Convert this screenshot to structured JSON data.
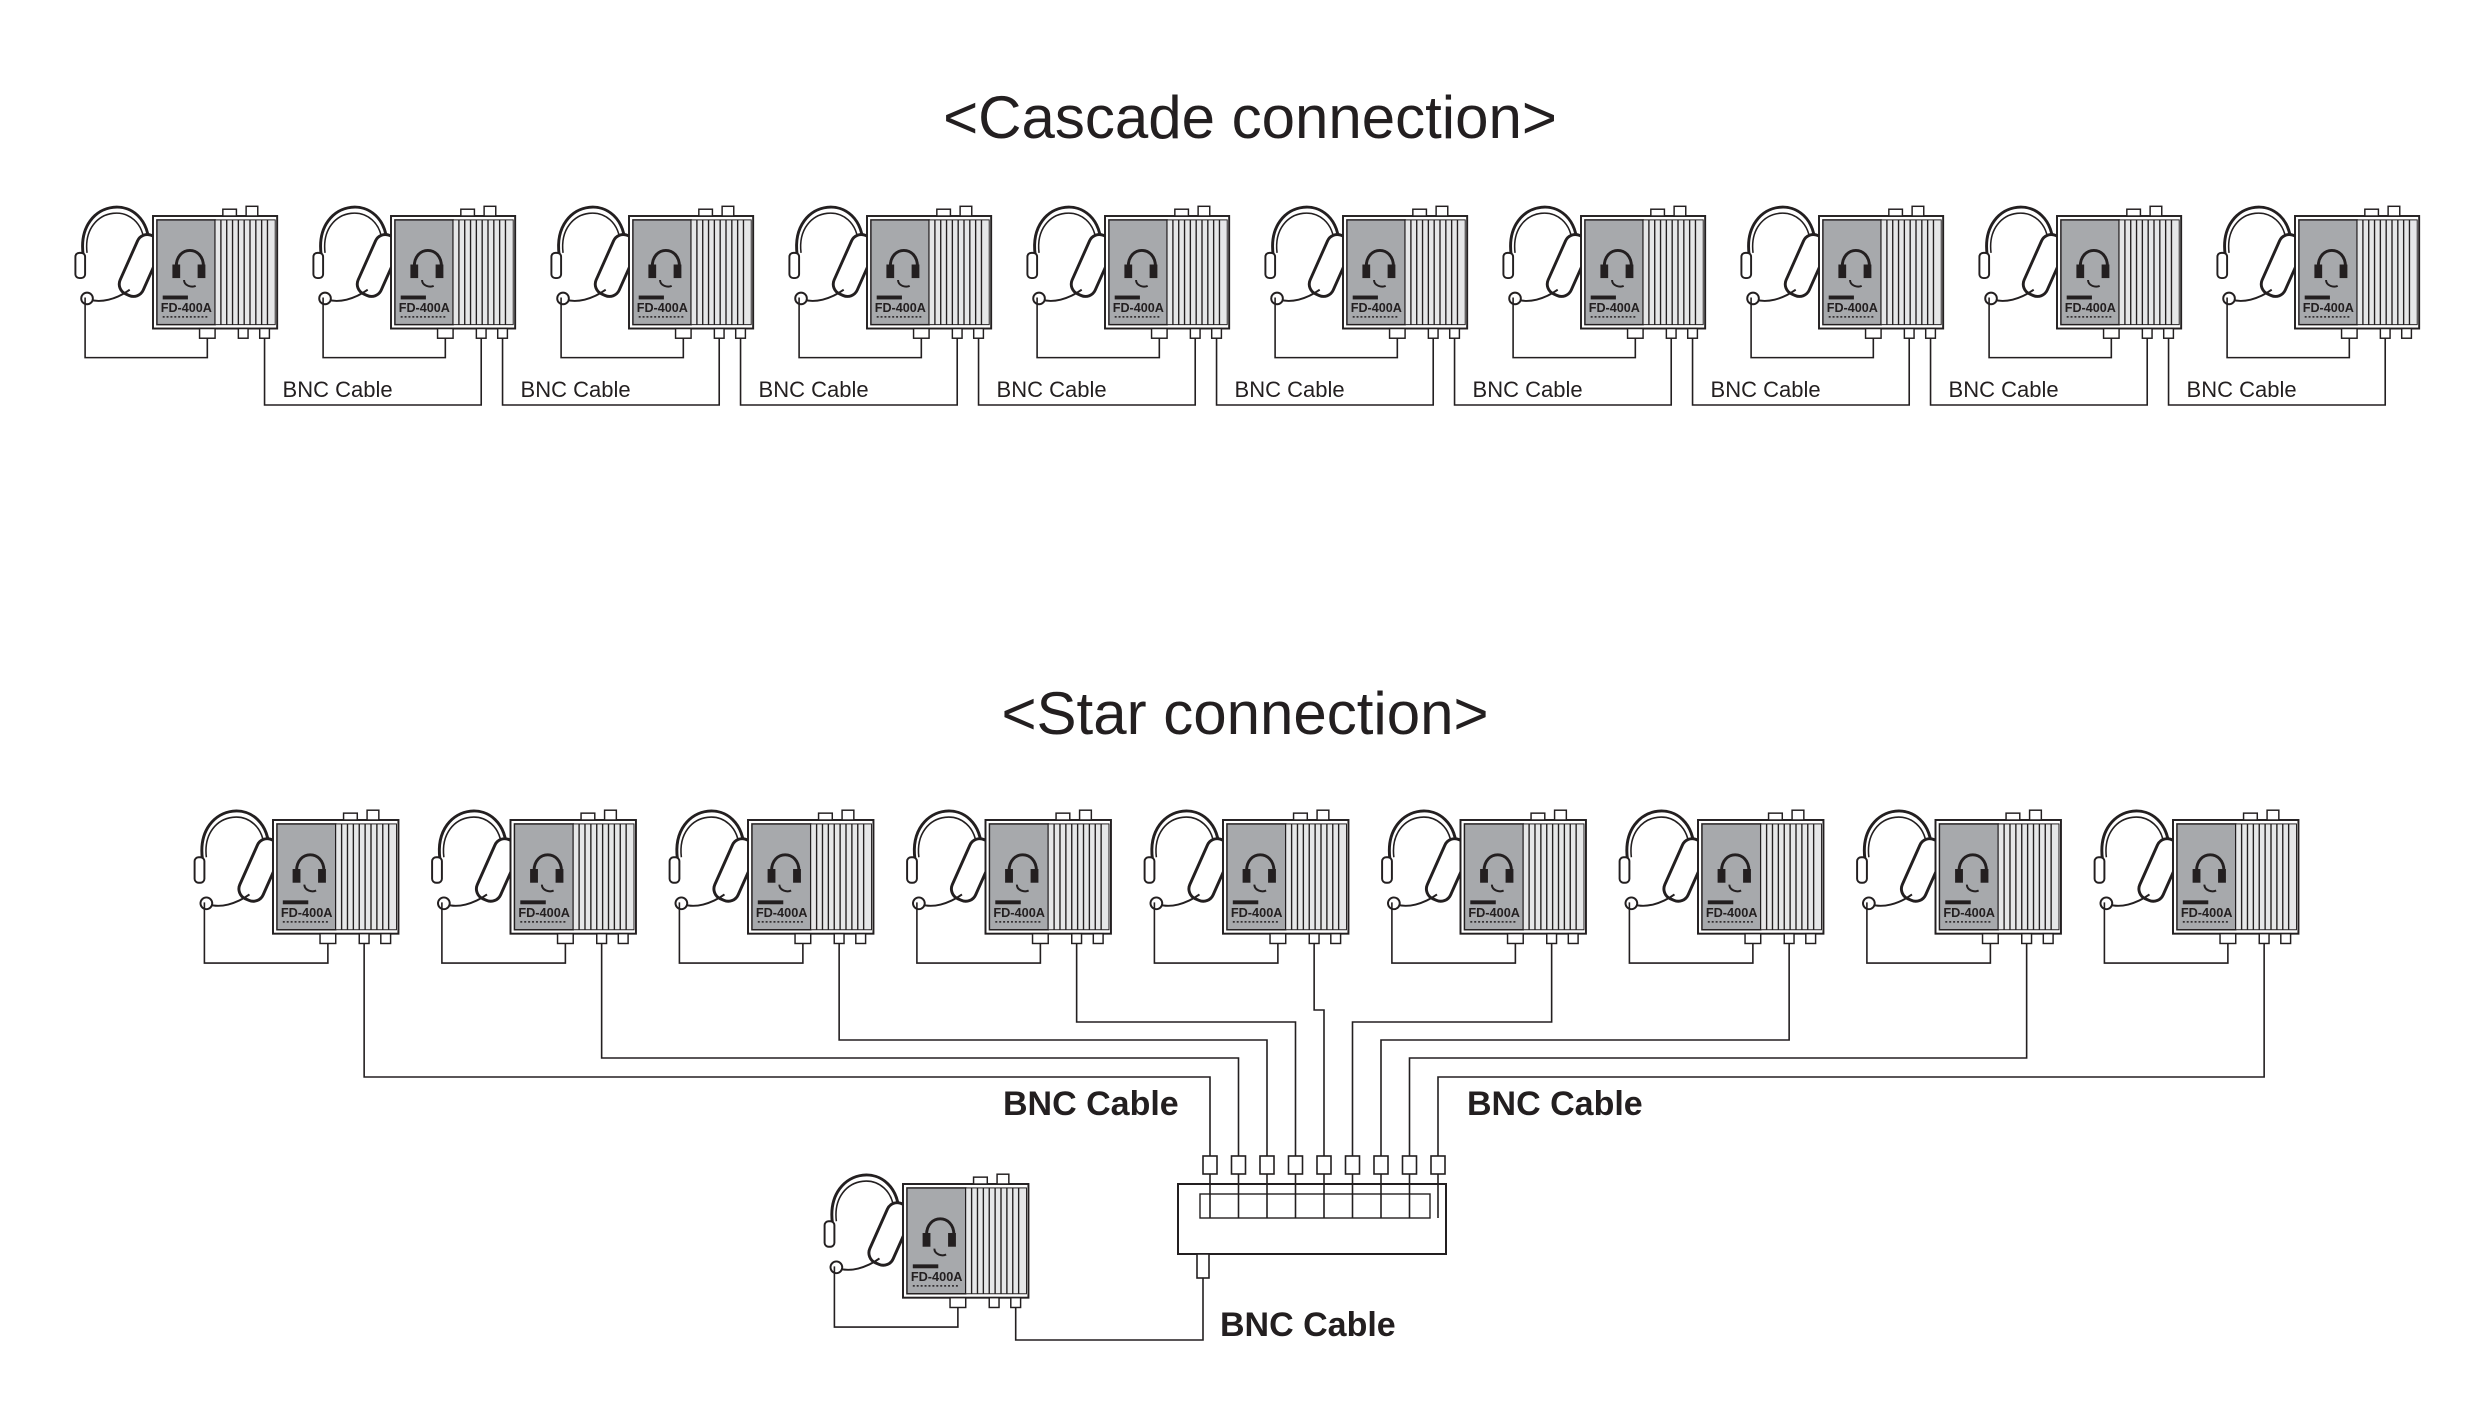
{
  "cascade": {
    "title": "<Cascade connection>",
    "unit_model": "FD-400A",
    "unit_count": 10,
    "cable_label": "BNC Cable"
  },
  "star": {
    "title": "<Star connection>",
    "unit_model": "FD-400A",
    "unit_count": 10,
    "cable_label": "BNC Cable"
  },
  "colors": {
    "line": "#231f20",
    "body_fill": "#e6e7e8",
    "panel_fill": "#a7a9ac",
    "text": "#231f20"
  }
}
